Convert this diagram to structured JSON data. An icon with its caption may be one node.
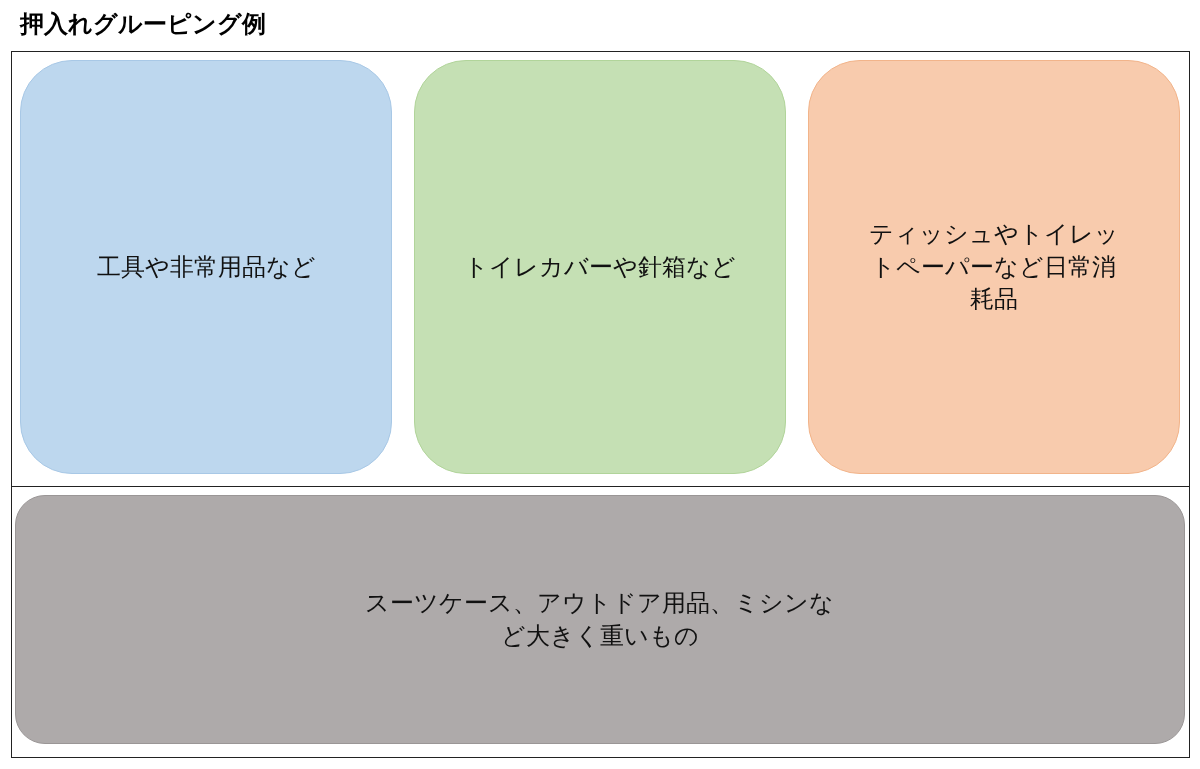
{
  "diagram": {
    "title": "押入れグルーピング例",
    "nodes": [
      {
        "text": [],
        "shape": "box"
      },
      {
        "text": [
          "工具や非常用品など"
        ],
        "in": 0
      },
      {
        "text": [
          "トイレカバーや針箱など"
        ],
        "in": 0
      },
      {
        "text": [
          "ティッシュやトイレットペーパーなど日常消耗品"
        ],
        "in": 0
      },
      {
        "text": [],
        "shape": "box"
      },
      {
        "text": [
          "スーツケース、アウトドア用品、ミシンなど大きく重いもの"
        ],
        "in": 4
      }
    ]
  }
}
